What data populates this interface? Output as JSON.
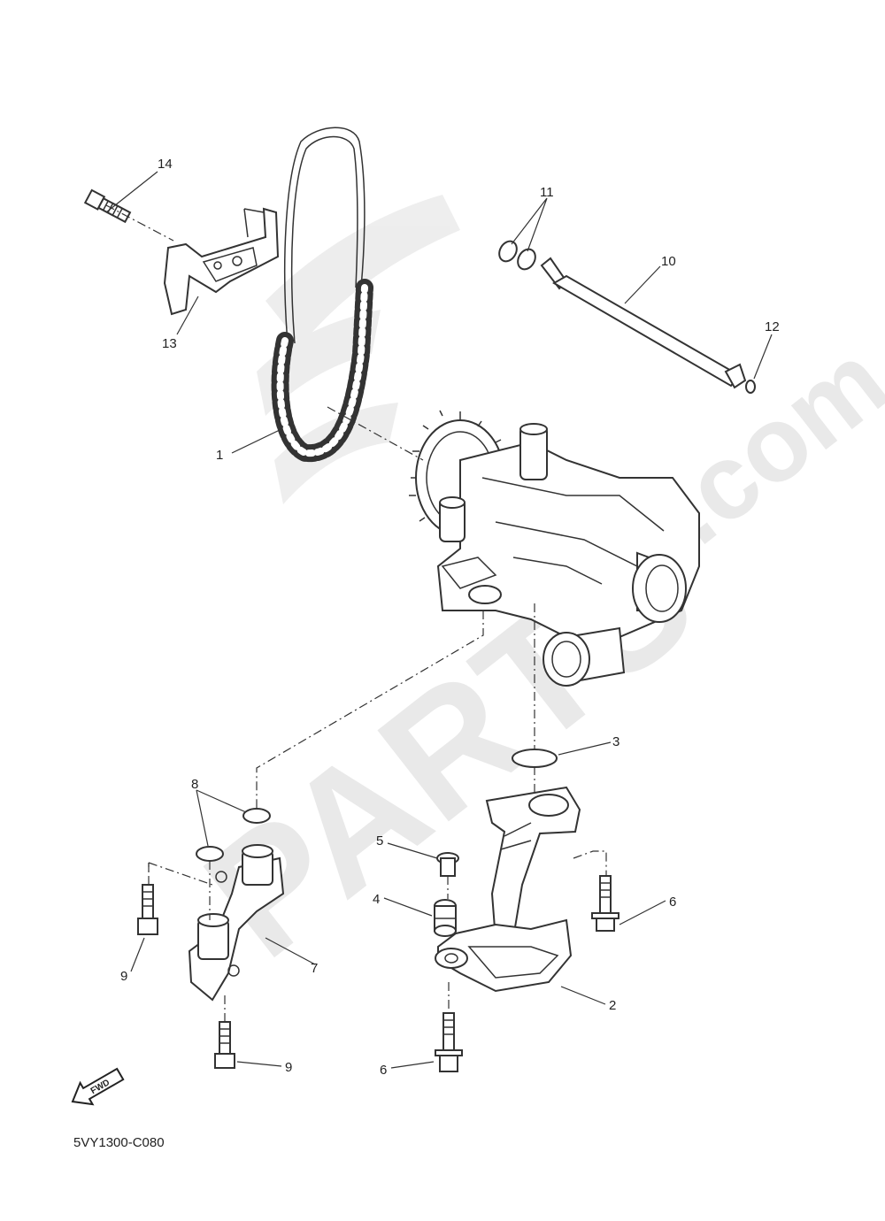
{
  "diagram_code": "5VY1300-C080",
  "forward_label": "FWD",
  "watermark": {
    "brand": "PARTS",
    "suffix": ".com"
  },
  "callouts": {
    "c1": "1",
    "c2": "2",
    "c3": "3",
    "c4": "4",
    "c5": "5",
    "c6a": "6",
    "c6b": "6",
    "c7": "7",
    "c8": "8",
    "c9a": "9",
    "c9b": "9",
    "c10": "10",
    "c11": "11",
    "c12": "12",
    "c13": "13",
    "c14": "14"
  }
}
